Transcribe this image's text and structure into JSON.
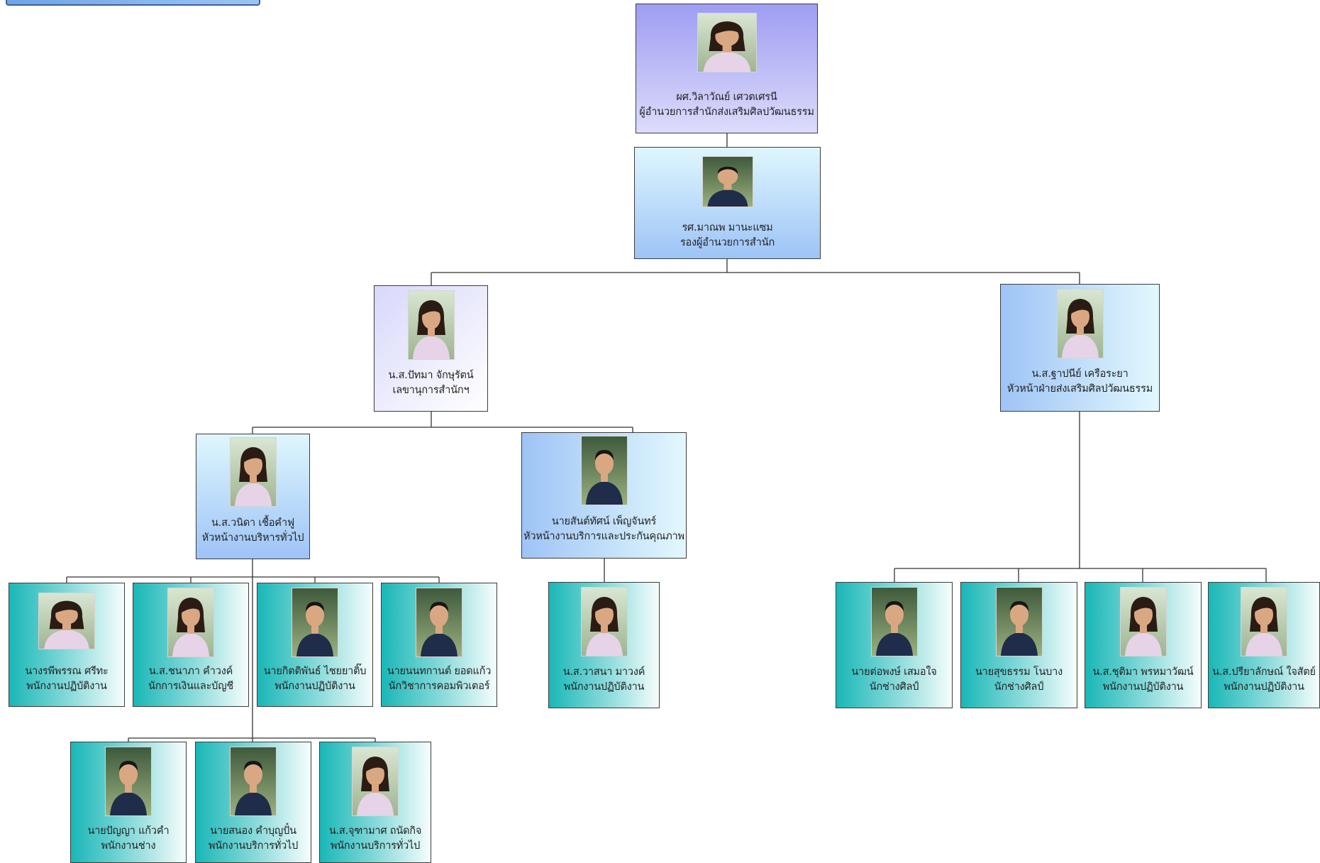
{
  "colors": {
    "line": "#333333",
    "border": "#3c3c3c",
    "director_gradient": [
      "#9f9df2",
      "#dcdcfb"
    ],
    "deputy_gradient": [
      "#dff6fd",
      "#9dc4f7"
    ],
    "staff_gradient": [
      "#19b7b7",
      "#f6fdfd"
    ]
  },
  "org": [
    {
      "id": "director",
      "name": "ผศ.วิลาวัณย์ เศวตเศรนี",
      "role": "ผู้อำนวยการสำนักส่งเสริมศิลปวัฒนธรรม",
      "photo": "photo-woman"
    },
    {
      "id": "deputy",
      "name": "รศ.มาณพ มานะแซม",
      "role": "รองผู้อำนวยการสำนัก",
      "photo": "photo-man"
    },
    {
      "id": "secretary",
      "name": "น.ส.ปัทมา จักษุรัตน์",
      "role": "เลขานุการสำนักฯ",
      "photo": "photo-woman"
    },
    {
      "id": "head-culture",
      "name": "น.ส.ฐาปนีย์ เครือระยา",
      "role": "หัวหน้าฝ่ายส่งเสริมศิลปวัฒนธรรม",
      "photo": "photo-woman"
    },
    {
      "id": "head-admin",
      "name": "น.ส.วนิดา เชื้อคำฟู",
      "role": "หัวหน้างานบริหารทั่วไป",
      "photo": "photo-woman"
    },
    {
      "id": "head-service",
      "name": "นายสันต์ทัศน์ เพ็ญจันทร์",
      "role": "หัวหน้างานบริการและประกันคุณภาพ",
      "photo": "photo-man"
    },
    {
      "id": "staff-1",
      "name": "นางรพีพรรณ ศรีทะ",
      "role": "พนักงานปฏิบัติงาน",
      "photo": "photo-woman"
    },
    {
      "id": "staff-2",
      "name": "น.ส.ชนาภา คำวงค์",
      "role": "นักการเงินและบัญชี",
      "photo": "photo-woman"
    },
    {
      "id": "staff-3",
      "name": "นายกิตติพันธ์ ไชยยาติ๊บ",
      "role": "พนักงานปฏิบัติงาน",
      "photo": "photo-man"
    },
    {
      "id": "staff-4",
      "name": "นายนนทกานต์ ยอดแก้ว",
      "role": "นักวิชาการคอมพิวเตอร์",
      "photo": "photo-man"
    },
    {
      "id": "staff-5",
      "name": "น.ส.วาสนา มาวงค์",
      "role": "พนักงานปฏิบัติงาน",
      "photo": "photo-woman"
    },
    {
      "id": "staff-6",
      "name": "นายต่อพงษ์ เสมอใจ",
      "role": "นักช่างศิลป์",
      "photo": "photo-man"
    },
    {
      "id": "staff-7",
      "name": "นายสุขธรรม โนบาง",
      "role": "นักช่างศิลป์",
      "photo": "photo-man"
    },
    {
      "id": "staff-8",
      "name": "น.ส.ชุติมา พรหมาวัฒน์",
      "role": "พนักงานปฏิบัติงาน",
      "photo": "photo-woman"
    },
    {
      "id": "staff-9",
      "name": "น.ส.ปรียาลักษณ์ ใจสัตย์",
      "role": "พนักงานปฏิบัติงาน",
      "photo": "photo-woman"
    },
    {
      "id": "staff-10",
      "name": "นายปัญญา แก้วคำ",
      "role": "พนักงานช่าง",
      "photo": "photo-man"
    },
    {
      "id": "staff-11",
      "name": "นายสนอง คำบุญปั๋น",
      "role": "พนักงานบริการทั่วไป",
      "photo": "photo-man"
    },
    {
      "id": "staff-12",
      "name": "น.ส.จุฑามาศ ถนัดกิจ",
      "role": "พนักงานบริการทั่วไป",
      "photo": "photo-woman"
    }
  ]
}
